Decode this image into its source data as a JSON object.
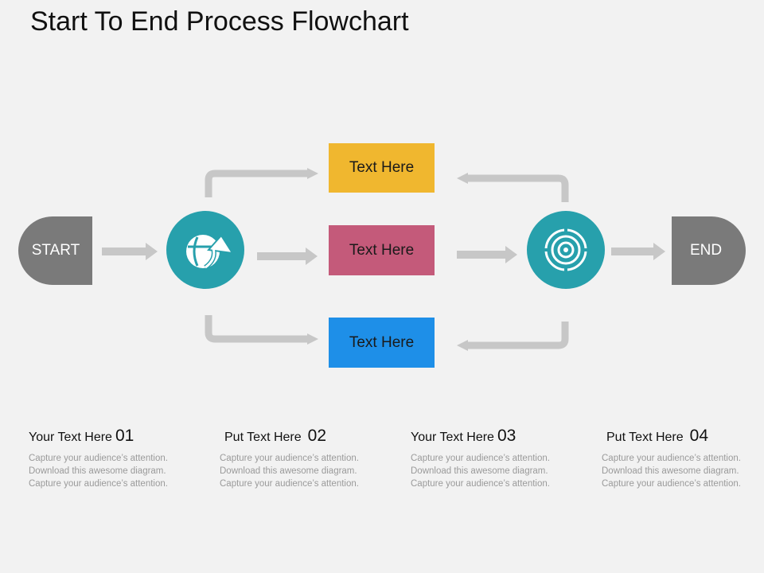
{
  "title": "Start To End Process Flowchart",
  "start_label": "START",
  "end_label": "END",
  "boxes": [
    {
      "label": "Text Here",
      "color": "#f0b72f"
    },
    {
      "label": "Text Here",
      "color": "#c45a7a"
    },
    {
      "label": "Text Here",
      "color": "#1e8fe8"
    }
  ],
  "colors": {
    "terminal": "#7a7a7a",
    "circle": "#27a0ac",
    "arrow": "#c7c7c7"
  },
  "icons": {
    "left_circle": "globe-refresh-icon",
    "right_circle": "target-icon"
  },
  "columns": [
    {
      "heading": "Your Text Here",
      "number": "01",
      "body": "Capture your audience’s attention. Download this awesome diagram. Capture your audience’s attention."
    },
    {
      "heading": "Put Text Here",
      "number": "02",
      "body": "Capture your audience’s attention. Download this awesome diagram. Capture your audience’s attention."
    },
    {
      "heading": "Your Text Here",
      "number": "03",
      "body": "Capture your audience’s attention. Download this awesome diagram. Capture your audience’s attention."
    },
    {
      "heading": "Put Text Here",
      "number": "04",
      "body": "Capture your audience’s attention. Download this awesome diagram. Capture your audience’s attention."
    }
  ]
}
